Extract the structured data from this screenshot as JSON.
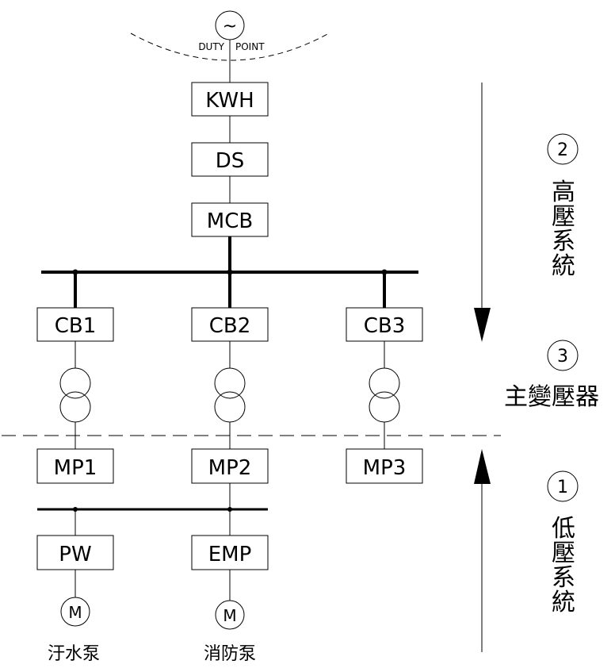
{
  "source": {
    "symbol": "~",
    "label_left": "DUTY",
    "label_right": "POINT"
  },
  "main_chain": [
    "KWH",
    "DS",
    "MCB"
  ],
  "breakers": [
    "CB1",
    "CB2",
    "CB3"
  ],
  "panels": [
    "MP1",
    "MP2",
    "MP3"
  ],
  "loads": [
    {
      "box": "PW",
      "motor": "M",
      "label": "汙水泵"
    },
    {
      "box": "EMP",
      "motor": "M",
      "label": "消防泵"
    }
  ],
  "sections": [
    {
      "number": "2",
      "title": [
        "高",
        "壓",
        "系",
        "統"
      ],
      "direction": "down"
    },
    {
      "number": "3",
      "title": "主變壓器"
    },
    {
      "number": "1",
      "title": [
        "低",
        "壓",
        "系",
        "統"
      ],
      "direction": "up"
    }
  ],
  "colors": {
    "line": "#000000",
    "background": "#ffffff"
  }
}
